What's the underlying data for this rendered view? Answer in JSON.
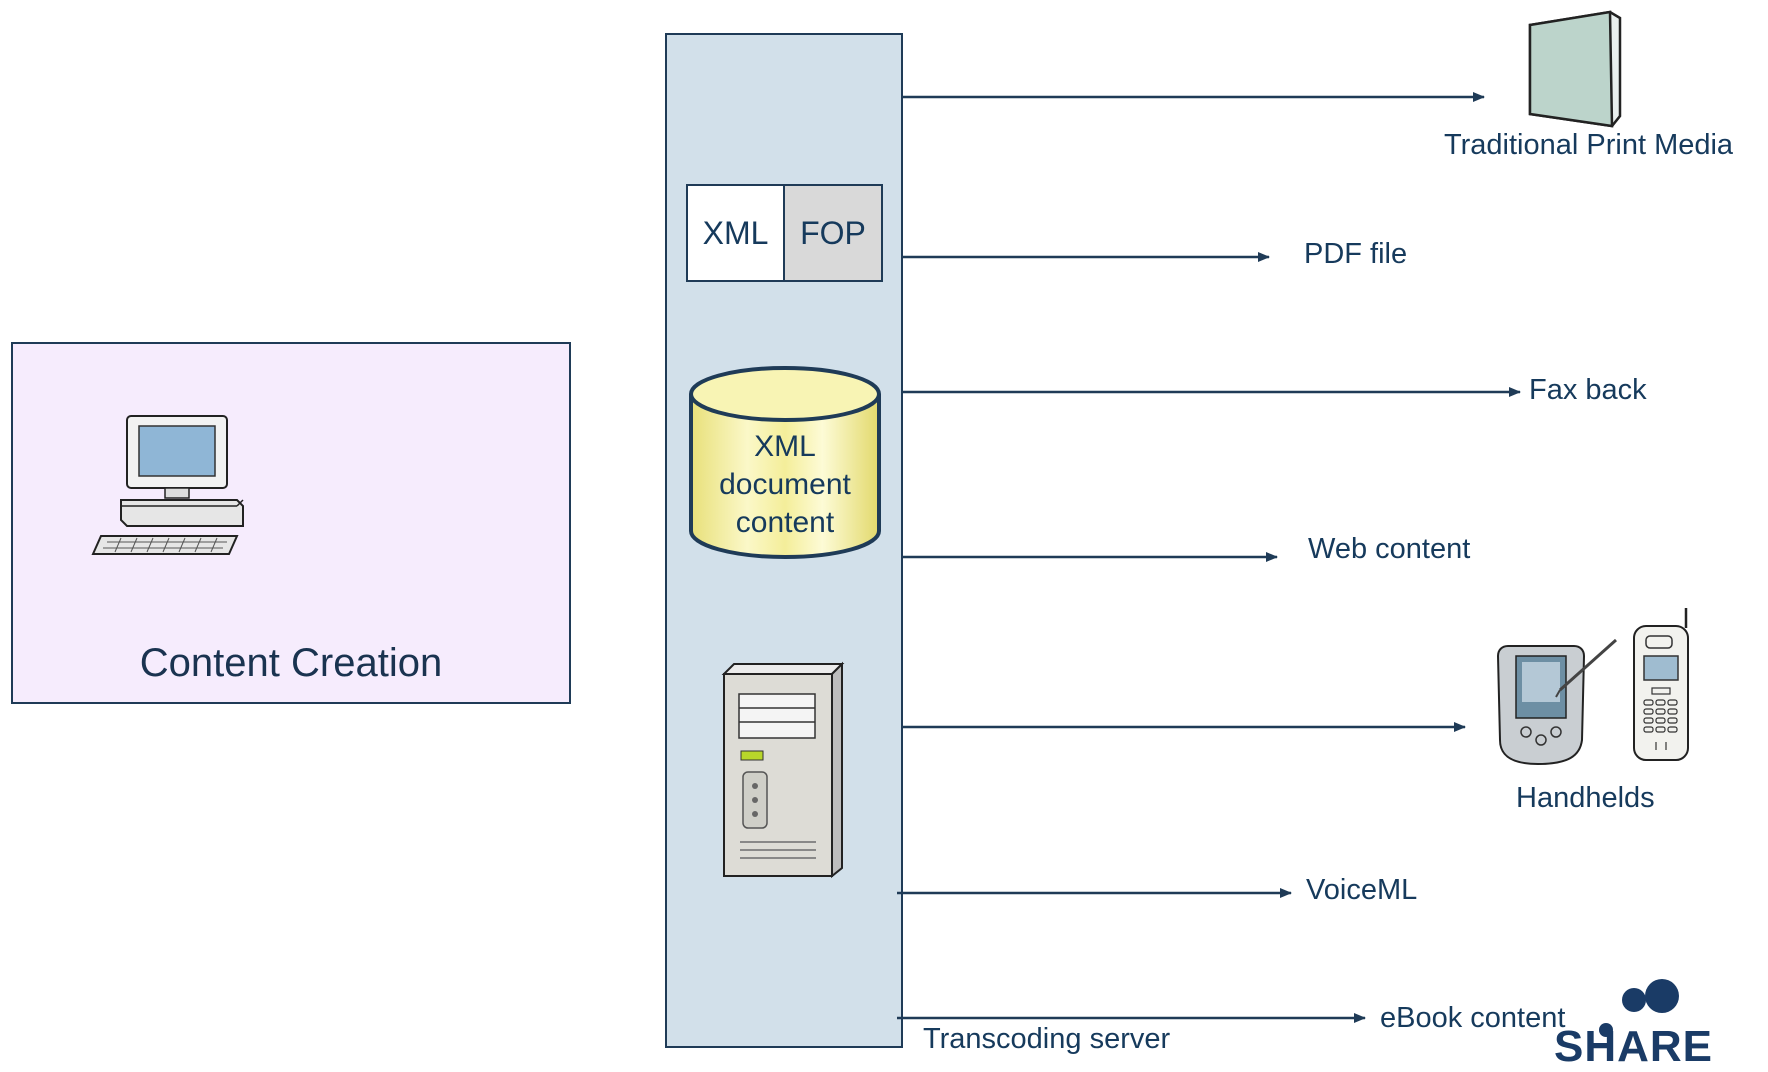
{
  "content_creation": {
    "label": "Content Creation"
  },
  "server": {
    "xml_label": "XML",
    "fop_label": "FOP",
    "db_label": [
      "XML",
      "document",
      "content"
    ],
    "caption": "Transcoding server"
  },
  "outputs": [
    {
      "label": "Traditional Print Media"
    },
    {
      "label": "PDF file"
    },
    {
      "label": "Fax back"
    },
    {
      "label": "Web content"
    },
    {
      "label": "Handhelds"
    },
    {
      "label": "VoiceML"
    },
    {
      "label": "eBook content"
    }
  ],
  "logo": {
    "text": "SHARE"
  },
  "colors": {
    "line": "#1f3b57",
    "server_fill": "#d2e0ea",
    "creation_fill": "#f6ecfd",
    "db_fill": "#f7f3a6"
  }
}
